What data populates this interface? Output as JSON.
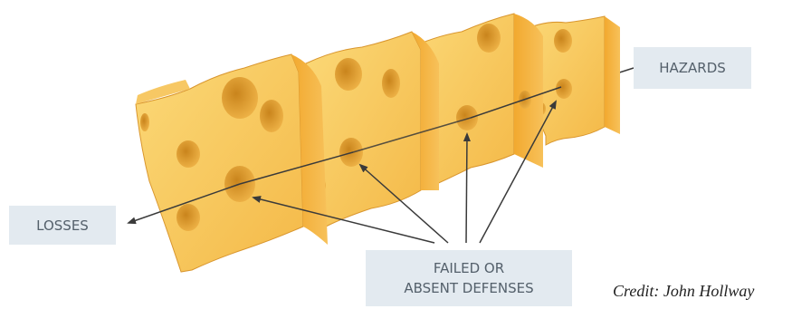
{
  "labels": {
    "hazards": "HAZARDS",
    "losses": "LOSSES",
    "defenses_line1": "FAILED OR",
    "defenses_line2": "ABSENT DEFENSES"
  },
  "credit": "Credit: John Hollway",
  "colors": {
    "cheese_face": "#f8c85a",
    "cheese_side": "#f3ad38",
    "cheese_edge": "#d9962e",
    "hole": "#dd9a2a",
    "label_bg": "#e3eaf0",
    "label_text": "#54606b",
    "arrow": "#3a3a3a"
  }
}
